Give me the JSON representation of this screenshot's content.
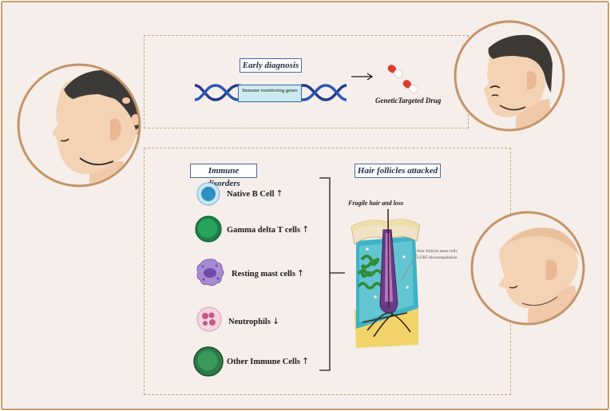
{
  "top_panel": {
    "early_diagnosis_label": "Early diagnosis",
    "gene_box_label": "Immune monitoring genes",
    "drug_label": "GeneticTargeted Drug"
  },
  "bottom_panel": {
    "immune_disorders_label": "Immune disorders",
    "hair_follicles_label": "Hair follicles attacked",
    "fragile_hair_label": "Fragile hair and loss",
    "stem_cell_note_line1": "Hair follicle stem cells",
    "stem_cell_note_line2": "LGR5 downregulation",
    "cells": [
      {
        "name": "Native B Cell",
        "trend": "↑"
      },
      {
        "name": "Gamma delta T cells",
        "trend": "↑"
      },
      {
        "name": "Resting mast cells",
        "trend": "↑"
      },
      {
        "name": "Neutrophils",
        "trend": "↓"
      },
      {
        "name": "Other Immune Cells",
        "trend": "↑"
      }
    ]
  }
}
